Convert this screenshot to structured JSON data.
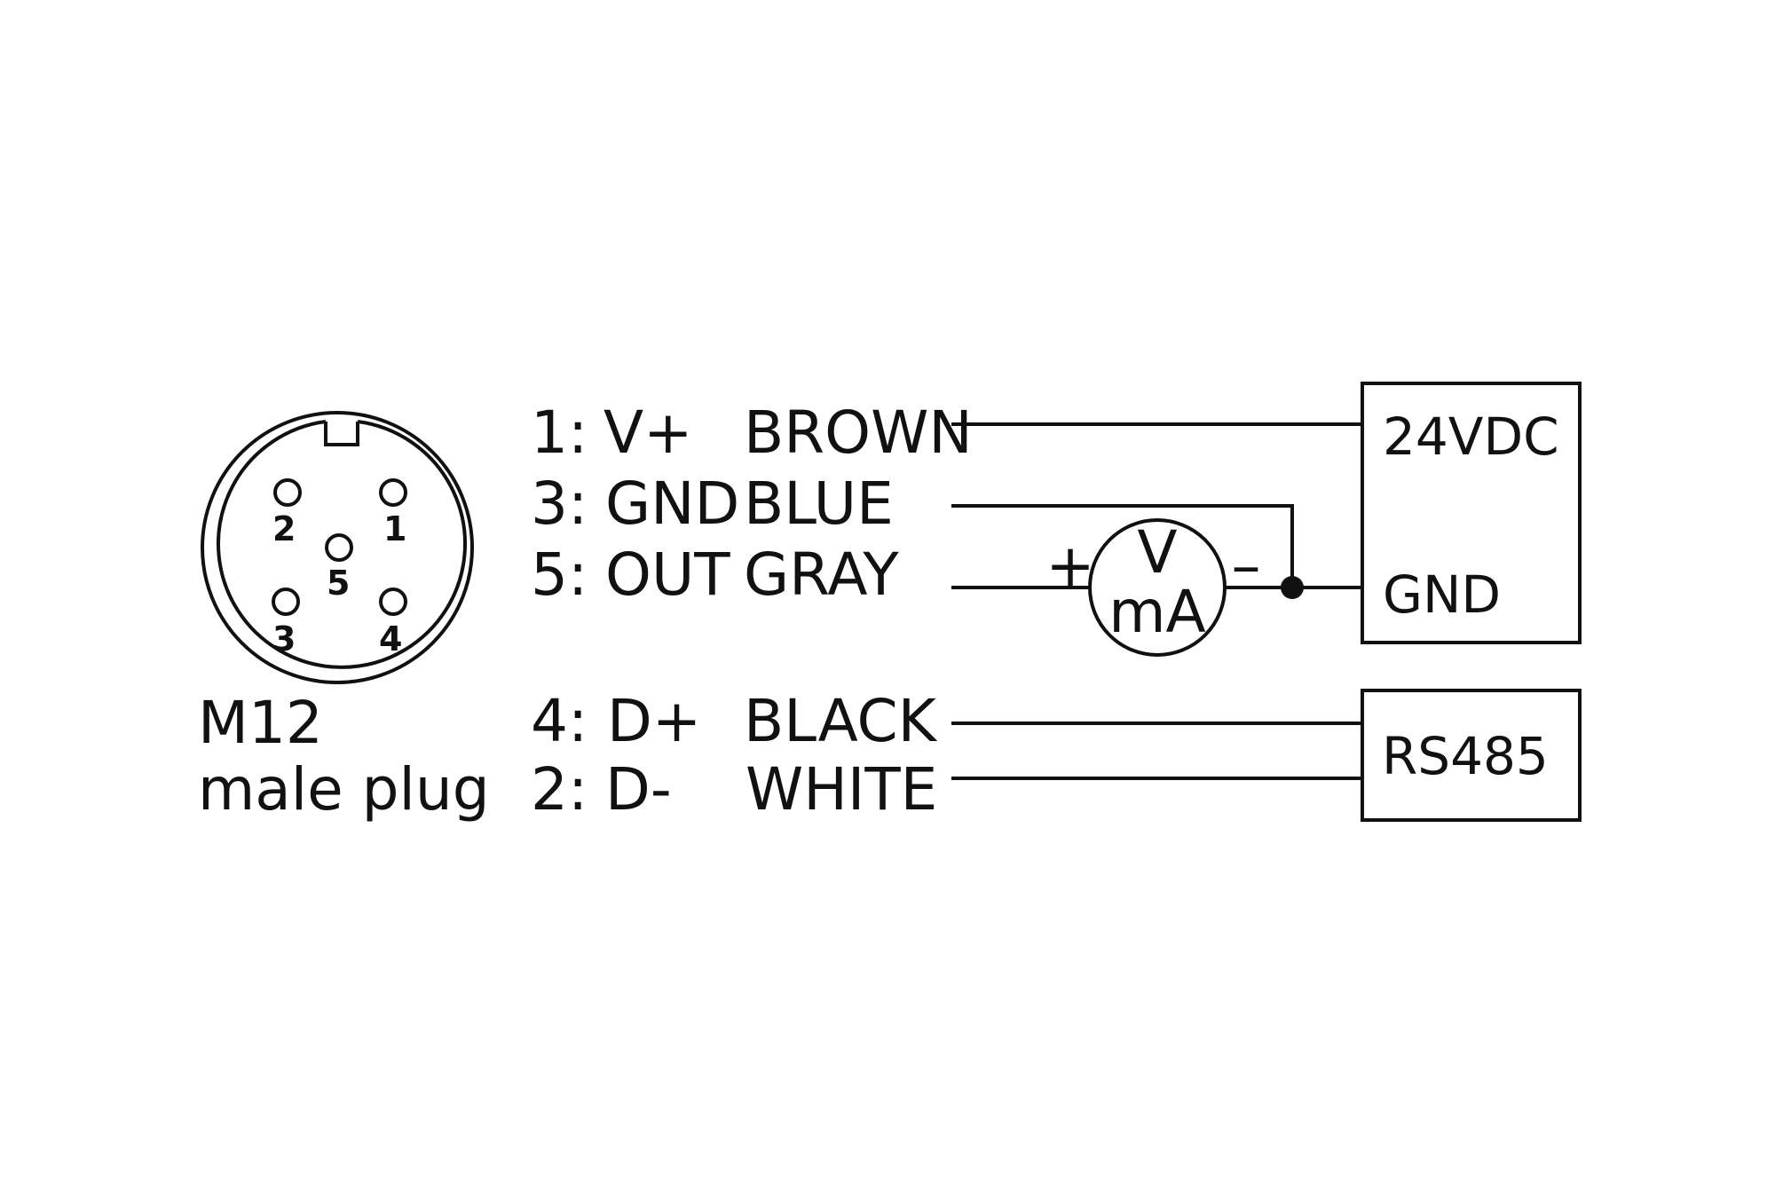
{
  "connector": {
    "pins": [
      {
        "number": "2"
      },
      {
        "number": "1"
      },
      {
        "number": "5"
      },
      {
        "number": "3"
      },
      {
        "number": "4"
      }
    ],
    "caption_line1": "M12",
    "caption_line2": "male plug"
  },
  "wires": [
    {
      "pin": "1:",
      "signal": "V+",
      "color": "BROWN"
    },
    {
      "pin": "3:",
      "signal": "GND",
      "color": "BLUE"
    },
    {
      "pin": "5:",
      "signal": "OUT",
      "color": "GRAY"
    },
    {
      "pin": "4:",
      "signal": "D+",
      "color": "BLACK"
    },
    {
      "pin": "2:",
      "signal": "D-",
      "color": "WHITE"
    }
  ],
  "meter": {
    "top": "V",
    "bottom": "mA",
    "plus": "+",
    "minus": "–"
  },
  "power_supply": {
    "label": "24VDC",
    "gnd": "GND"
  },
  "bus": {
    "label": "RS485"
  }
}
